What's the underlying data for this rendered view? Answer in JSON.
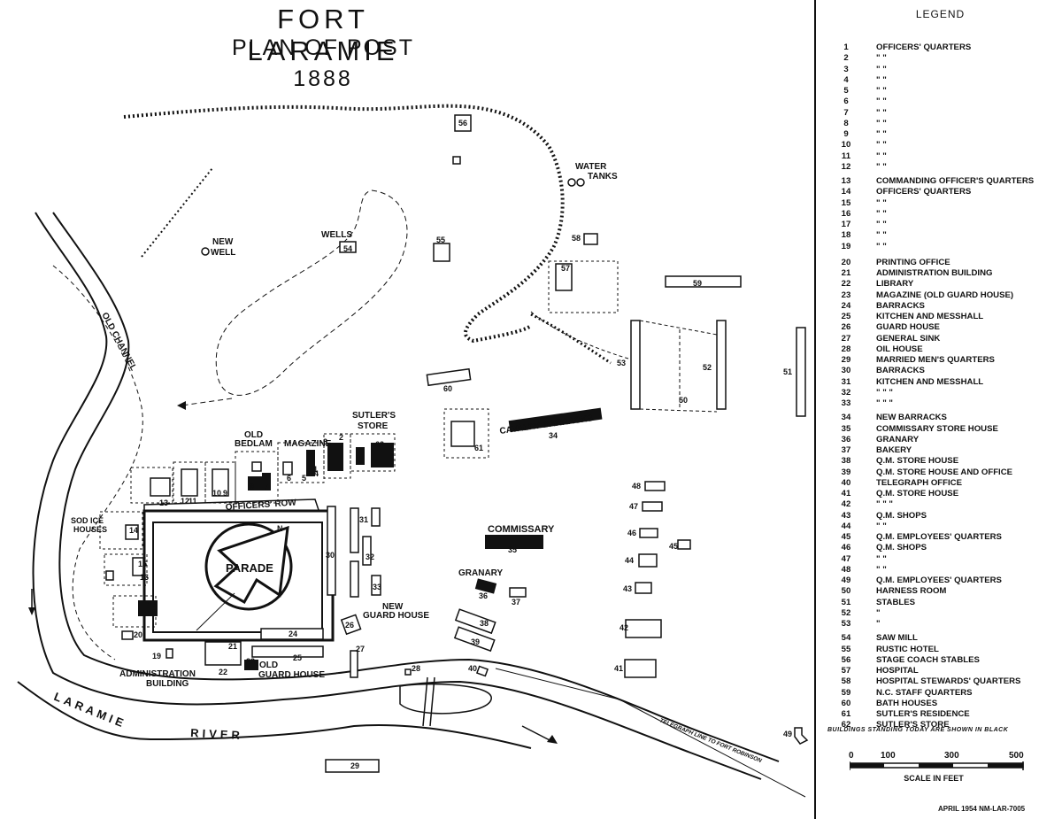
{
  "title": {
    "line1": "FORT LARAMIE",
    "line2": "PLAN OF POST",
    "line3": "1888"
  },
  "map_labels": {
    "new_well": [
      "NEW",
      "WELL"
    ],
    "wells": "WELLS",
    "water_tanks": [
      "WATER",
      "TANKS"
    ],
    "old_channel": "OLD CHANNEL",
    "old_bedlam": [
      "OLD",
      "BEDLAM"
    ],
    "magazine": "MAGAZINE",
    "sutlers_store": [
      "SUTLER'S",
      "STORE"
    ],
    "cavalry_barracks": "CAVALRY BARRACKS",
    "officers_row": "OFFICERS' ROW",
    "sod_ice_houses": [
      "SOD ICE",
      "HOUSES"
    ],
    "parade": "PARADE",
    "north": "N",
    "commissary": "COMMISSARY",
    "granary": "GRANARY",
    "new_guard_house": [
      "NEW",
      "GUARD HOUSE"
    ],
    "administration_building": [
      "ADMINISTRATION",
      "BUILDING"
    ],
    "old_guard_house": [
      "OLD",
      "GUARD HOUSE"
    ],
    "laramie": "LARAMIE",
    "river": "RIVER",
    "telegraph_line": "TELEGRAPH LINE TO FORT ROBINSON"
  },
  "building_numbers": [
    "1",
    "2",
    "3",
    "4",
    "5",
    "6",
    "7",
    "8",
    "9",
    "10",
    "11",
    "12",
    "13",
    "14",
    "15",
    "16",
    "17",
    "18",
    "19",
    "20",
    "21",
    "22",
    "23",
    "24",
    "25",
    "26",
    "27",
    "28",
    "29",
    "30",
    "31",
    "32",
    "33",
    "34",
    "35",
    "36",
    "37",
    "38",
    "39",
    "40",
    "41",
    "42",
    "43",
    "44",
    "45",
    "46",
    "47",
    "48",
    "49",
    "50",
    "51",
    "52",
    "53",
    "54",
    "55",
    "56",
    "57",
    "58",
    "59",
    "60",
    "61",
    "62"
  ],
  "legend": {
    "title": "LEGEND",
    "entries": [
      {
        "num": "1",
        "label": "OFFICERS' QUARTERS"
      },
      {
        "num": "2",
        "label": "\"           \""
      },
      {
        "num": "3",
        "label": "\"           \""
      },
      {
        "num": "4",
        "label": "\"           \""
      },
      {
        "num": "5",
        "label": "\"           \""
      },
      {
        "num": "6",
        "label": "\"           \""
      },
      {
        "num": "7",
        "label": "\"           \""
      },
      {
        "num": "8",
        "label": "\"           \""
      },
      {
        "num": "9",
        "label": "\"           \""
      },
      {
        "num": "10",
        "label": "\"           \""
      },
      {
        "num": "11",
        "label": "\"           \""
      },
      {
        "num": "12",
        "label": "\"           \""
      },
      {
        "num": "13",
        "label": "COMMANDING OFFICER'S QUARTERS"
      },
      {
        "num": "14",
        "label": "OFFICERS' QUARTERS"
      },
      {
        "num": "15",
        "label": "\"           \""
      },
      {
        "num": "16",
        "label": "\"           \""
      },
      {
        "num": "17",
        "label": "\"           \""
      },
      {
        "num": "18",
        "label": "\"           \""
      },
      {
        "num": "19",
        "label": "\"           \""
      },
      {
        "num": "20",
        "label": "PRINTING OFFICE"
      },
      {
        "num": "21",
        "label": "ADMINISTRATION BUILDING"
      },
      {
        "num": "22",
        "label": "LIBRARY"
      },
      {
        "num": "23",
        "label": "MAGAZINE (OLD GUARD HOUSE)"
      },
      {
        "num": "24",
        "label": "BARRACKS"
      },
      {
        "num": "25",
        "label": "KITCHEN AND MESSHALL"
      },
      {
        "num": "26",
        "label": "GUARD HOUSE"
      },
      {
        "num": "27",
        "label": "GENERAL SINK"
      },
      {
        "num": "28",
        "label": "OIL HOUSE"
      },
      {
        "num": "29",
        "label": "MARRIED MEN'S QUARTERS"
      },
      {
        "num": "30",
        "label": "BARRACKS"
      },
      {
        "num": "31",
        "label": "KITCHEN AND MESSHALL"
      },
      {
        "num": "32",
        "label": "\"          \"          \""
      },
      {
        "num": "33",
        "label": "\"          \"          \""
      },
      {
        "num": "34",
        "label": "NEW BARRACKS"
      },
      {
        "num": "35",
        "label": "COMMISSARY STORE HOUSE"
      },
      {
        "num": "36",
        "label": "GRANARY"
      },
      {
        "num": "37",
        "label": "BAKERY"
      },
      {
        "num": "38",
        "label": "Q.M. STORE HOUSE"
      },
      {
        "num": "39",
        "label": "Q.M. STORE HOUSE AND OFFICE"
      },
      {
        "num": "40",
        "label": "TELEGRAPH OFFICE"
      },
      {
        "num": "41",
        "label": "Q.M. STORE HOUSE"
      },
      {
        "num": "42",
        "label": "\"        \"          \""
      },
      {
        "num": "43",
        "label": "Q.M. SHOPS"
      },
      {
        "num": "44",
        "label": "\"        \""
      },
      {
        "num": "45",
        "label": "Q.M. EMPLOYEES' QUARTERS"
      },
      {
        "num": "46",
        "label": "Q.M. SHOPS"
      },
      {
        "num": "47",
        "label": "\"        \""
      },
      {
        "num": "48",
        "label": "\"        \""
      },
      {
        "num": "49",
        "label": "Q.M. EMPLOYEES' QUARTERS"
      },
      {
        "num": "50",
        "label": "HARNESS ROOM"
      },
      {
        "num": "51",
        "label": "STABLES"
      },
      {
        "num": "52",
        "label": "\""
      },
      {
        "num": "53",
        "label": "\""
      },
      {
        "num": "54",
        "label": "SAW MILL"
      },
      {
        "num": "55",
        "label": "RUSTIC HOTEL"
      },
      {
        "num": "56",
        "label": "STAGE COACH STABLES"
      },
      {
        "num": "57",
        "label": "HOSPITAL"
      },
      {
        "num": "58",
        "label": "HOSPITAL STEWARDS' QUARTERS"
      },
      {
        "num": "59",
        "label": "N.C. STAFF QUARTERS"
      },
      {
        "num": "60",
        "label": "BATH HOUSES"
      },
      {
        "num": "61",
        "label": "SUTLER'S RESIDENCE"
      },
      {
        "num": "62",
        "label": "SUTLER'S STORE"
      }
    ],
    "note": "BUILDINGS STANDING TODAY ARE SHOWN IN BLACK",
    "scale": {
      "ticks": [
        "0",
        "100",
        "300",
        "500"
      ],
      "title": "SCALE IN FEET"
    },
    "imprint": "APRIL 1954    NM-LAR-7005"
  },
  "colors": {
    "ink": "#111111",
    "paper": "#ffffff"
  }
}
